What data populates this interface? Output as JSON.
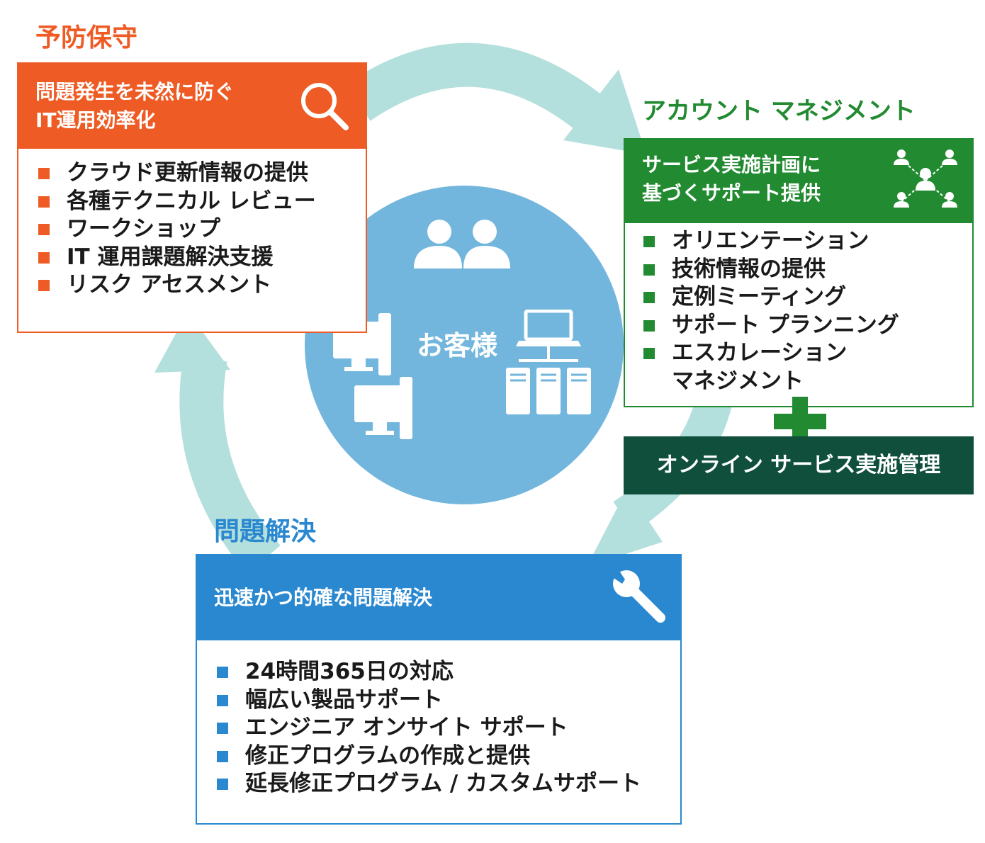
{
  "customer": {
    "label": "お客様"
  },
  "preventive": {
    "title": "予防保守",
    "header_lines": [
      "問題発生を未然に防ぐ",
      "IT運用効率化"
    ],
    "icon": "magnifier-icon",
    "items": [
      "クラウド更新情報の提供",
      "各種テクニカル レビュー",
      "ワークショップ",
      "IT 運用課題解決支援",
      "リスク アセスメント"
    ]
  },
  "account": {
    "title": "アカウント マネジメント",
    "header_lines": [
      "サービス実施計画に",
      "基づくサポート提供"
    ],
    "icon": "people-network-icon",
    "items": [
      "オリエンテーション",
      "技術情報の提供",
      "定例ミーティング",
      "サポート プランニング",
      "エスカレーション\nマネジメント"
    ],
    "online_label": "オンライン サービス実施管理"
  },
  "resolution": {
    "title": "問題解決",
    "header_lines": [
      "迅速かつ的確な問題解決"
    ],
    "icon": "wrench-icon",
    "items": [
      "24時間365日の対応",
      "幅広い製品サポート",
      "エンジニア オンサイト サポート",
      "修正プログラムの作成と提供",
      "延長修正プログラム / カスタムサポート"
    ]
  },
  "colors": {
    "orange": "#ee5b24",
    "green": "#228a30",
    "dark_green": "#0f4f3c",
    "blue": "#2a88d0",
    "circle": "#72b6dd",
    "arrow": "#b3dfdc"
  }
}
